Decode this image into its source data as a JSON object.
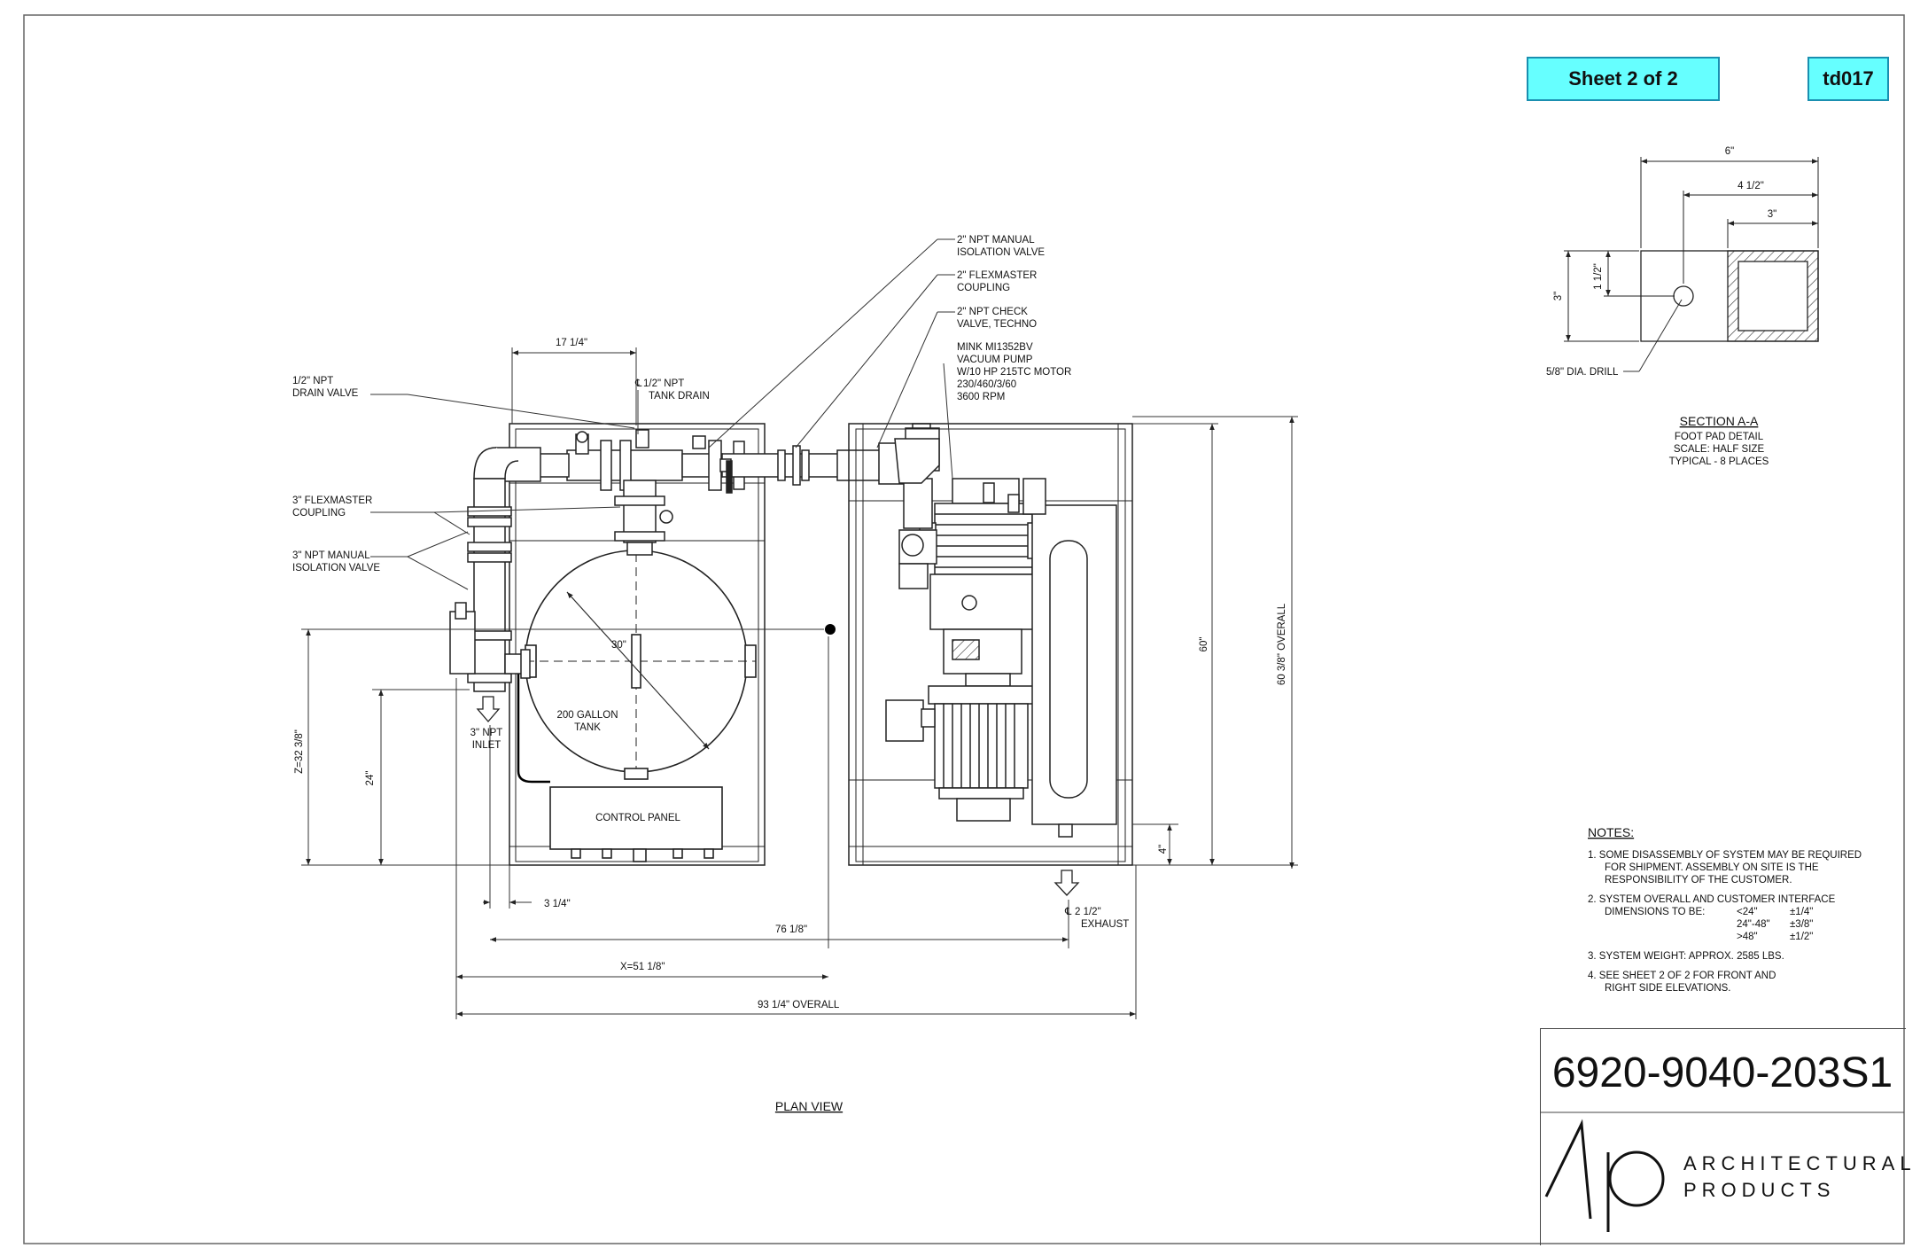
{
  "sheet_tag": "Sheet 2 of 2",
  "code_tag": "td017",
  "drawing_number": "6920-9040-203S1",
  "company": {
    "line1": "ARCHITECTURAL",
    "line2": "PRODUCTS"
  },
  "view_title": "PLAN VIEW",
  "section": {
    "title": "SECTION A-A",
    "sub1": "FOOT PAD DETAIL",
    "sub2": "SCALE: HALF SIZE",
    "sub3": "TYPICAL - 8 PLACES",
    "dim_6": "6\"",
    "dim_4_5": "4 1/2\"",
    "dim_3_top": "3\"",
    "dim_3_side": "3\"",
    "dim_1_5": "1 1/2\"",
    "drill": "5/8\" DIA. DRILL"
  },
  "callouts": {
    "drain_valve_1": "1/2\" NPT",
    "drain_valve_2": "DRAIN VALVE",
    "tank_drain_1": "1/2\" NPT",
    "tank_drain_2": "TANK DRAIN",
    "flexmaster3_1": "3\" FLEXMASTER",
    "flexmaster3_2": "COUPLING",
    "iso3_1": "3\" NPT MANUAL",
    "iso3_2": "ISOLATION VALVE",
    "iso2_1": "2\" NPT MANUAL",
    "iso2_2": "ISOLATION VALVE",
    "flex2_1": "2\" FLEXMASTER",
    "flex2_2": "COUPLING",
    "check_1": "2\" NPT CHECK",
    "check_2": "VALVE, TECHNO",
    "pump_1": "MINK MI1352BV",
    "pump_2": "VACUUM PUMP",
    "pump_3": "W/10 HP 215TC MOTOR",
    "pump_4": "230/460/3/60",
    "pump_5": "3600 RPM",
    "tank_1": "200 GALLON",
    "tank_2": "TANK",
    "control_panel": "CONTROL PANEL",
    "inlet_1": "3\" NPT",
    "inlet_2": "INLET",
    "exhaust_1": "2 1/2\"",
    "exhaust_2": "EXHAUST"
  },
  "dims": {
    "d17": "17 1/4\"",
    "d30": "30\"",
    "d24": "24\"",
    "dz": "Z=32 3/8\"",
    "d3q": "3 1/4\"",
    "d76": "76 1/8\"",
    "dx": "X=51 1/8\"",
    "d93": "93 1/4\" OVERALL",
    "d60": "60\"",
    "d60o": "60 3/8\" OVERALL",
    "d4": "4\""
  },
  "notes": {
    "title": "NOTES:",
    "n1a": "1.  SOME DISASSEMBLY OF SYSTEM MAY BE REQUIRED",
    "n1b": "FOR SHIPMENT.  ASSEMBLY ON SITE IS THE",
    "n1c": "RESPONSIBILITY OF THE CUSTOMER.",
    "n2a": "2.  SYSTEM OVERALL AND CUSTOMER INTERFACE",
    "n2b": "DIMENSIONS TO BE:",
    "t1a": "<24\"",
    "t1b": "±1/4\"",
    "t2a": "24\"-48\"",
    "t2b": "±3/8\"",
    "t3a": ">48\"",
    "t3b": "±1/2\"",
    "n3": "3.  SYSTEM WEIGHT: APPROX. 2585 LBS.",
    "n4a": "4.  SEE SHEET 2 OF 2 FOR FRONT AND",
    "n4b": "RIGHT SIDE ELEVATIONS."
  }
}
